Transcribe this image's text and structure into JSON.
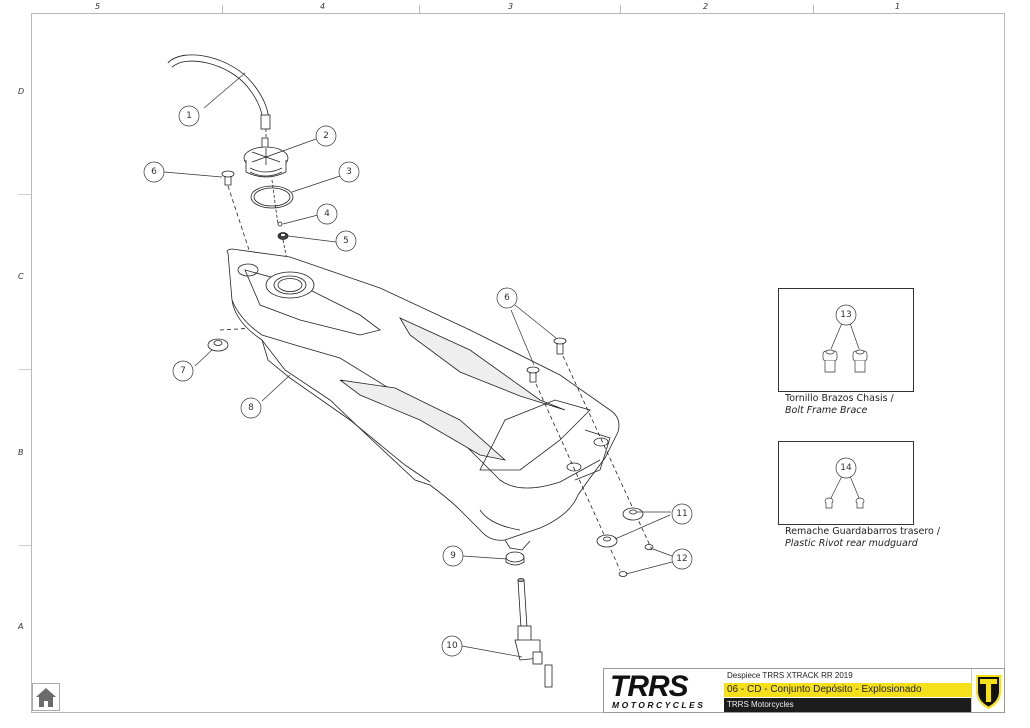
{
  "grid": {
    "columns": [
      "5",
      "4",
      "3",
      "2",
      "1"
    ],
    "rows": [
      "D",
      "C",
      "B",
      "A"
    ]
  },
  "callouts": [
    {
      "id": "1",
      "label": "1"
    },
    {
      "id": "2",
      "label": "2"
    },
    {
      "id": "3",
      "label": "3"
    },
    {
      "id": "4",
      "label": "4"
    },
    {
      "id": "5",
      "label": "5"
    },
    {
      "id": "6a",
      "label": "6"
    },
    {
      "id": "6b",
      "label": "6"
    },
    {
      "id": "7",
      "label": "7"
    },
    {
      "id": "8",
      "label": "8"
    },
    {
      "id": "9",
      "label": "9"
    },
    {
      "id": "10",
      "label": "10"
    },
    {
      "id": "11",
      "label": "11"
    },
    {
      "id": "12",
      "label": "12"
    }
  ],
  "insets": [
    {
      "callout": "13",
      "caption_es": "Tornillo Brazos Chasis /",
      "caption_en": "Bolt Frame Brace"
    },
    {
      "callout": "14",
      "caption_es": "Remache Guardabarros trasero /",
      "caption_en": "Plastic Rivot rear mudguard"
    }
  ],
  "title_block": {
    "brand_logo_main": "TRRS",
    "brand_logo_sub": "MOTORCYCLES",
    "document_title": "Despiece TRRS XTRACK RR 2019",
    "section_title": "06 - CD - Conjunto Depósito - Explosionado",
    "company": "TRRS Motorcycles",
    "brand_yellow": "#f5e01a",
    "brand_dark": "#1c1c1c"
  },
  "nav": {
    "home_icon": "home-icon"
  }
}
